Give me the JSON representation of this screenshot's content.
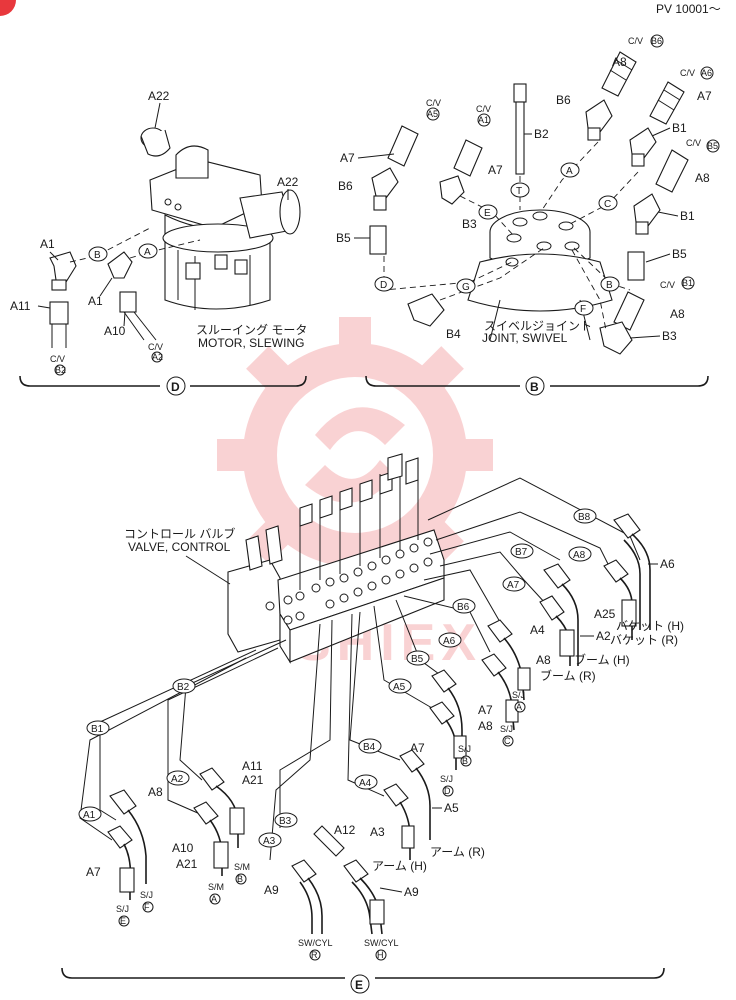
{
  "header": {
    "serial": "PV 10001～"
  },
  "sections": {
    "D": {
      "letter": "D",
      "title_jp": "スルーイング モータ",
      "title_en": "MOTOR, SLEWING",
      "labels": {
        "a22_top": "A22",
        "a22_side": "A22",
        "a1_left": "A1",
        "a1_mid": "A1",
        "a11": "A11",
        "a10": "A10"
      },
      "cv_labels": [
        {
          "text": "C/V",
          "sub": "B2"
        },
        {
          "text": "C/V",
          "sub": "A2"
        }
      ],
      "markers": [
        "A",
        "B"
      ]
    },
    "B": {
      "letter": "B",
      "title_jp": "スイベルジョイント",
      "title_en": "JOINT, SWIVEL",
      "labels": {
        "a8_top": "A8",
        "a7_top": "A7",
        "b6_top": "B6",
        "b1_top": "B1",
        "a8_mid": "A8",
        "b1_mid": "B1",
        "b5_right": "B5",
        "a8_bottom": "A8",
        "b3_bottom": "B3",
        "a7_left": "A7",
        "b6_left": "B6",
        "b5_left": "B5",
        "b2": "B2",
        "a7_mid": "A7",
        "b3_mid": "B3",
        "b4": "B4"
      },
      "cv_labels": [
        {
          "text": "C/V",
          "sub": "B6"
        },
        {
          "text": "C/V",
          "sub": "A6"
        },
        {
          "text": "C/V",
          "sub": "B5"
        },
        {
          "text": "C/V",
          "sub": "B1"
        },
        {
          "text": "C/V",
          "sub": "A5"
        },
        {
          "text": "C/V",
          "sub": "A1"
        }
      ],
      "markers": [
        "A",
        "B",
        "C",
        "D",
        "E",
        "F",
        "G",
        "T"
      ]
    },
    "E": {
      "letter": "E",
      "title_jp": "コントロール バルブ",
      "title_en": "VALVE, CONTROL",
      "tags": [
        "B8",
        "A8",
        "B7",
        "A7",
        "B6",
        "A6",
        "B5",
        "A5",
        "B4",
        "A4",
        "B3",
        "A3",
        "B2",
        "A2",
        "B1",
        "A1"
      ],
      "right_labels": {
        "a6": "A6",
        "a25": "A25",
        "a4": "A4",
        "a2": "A2",
        "a8_r": "A8",
        "a7_r": "A7",
        "a8_r2": "A8",
        "a7_m": "A7",
        "a5": "A5",
        "a3": "A3",
        "a12": "A12",
        "a9_l": "A9",
        "a9_r": "A9",
        "a11": "A11",
        "a21_top": "A21",
        "a10": "A10",
        "a21_bot": "A21",
        "a8_l": "A8",
        "a7_l": "A7"
      },
      "function_labels": {
        "bucket_h": "バケット (H)",
        "bucket_r": "バケット (R)",
        "boom_h": "ブーム (H)",
        "boom_r": "ブーム (R)",
        "arm_r": "アーム (R)",
        "arm_h": "アーム (H)"
      },
      "sj_labels": [
        {
          "text": "S/J",
          "sub": "A"
        },
        {
          "text": "S/J",
          "sub": "B"
        },
        {
          "text": "S/J",
          "sub": "C"
        },
        {
          "text": "S/J",
          "sub": "D"
        },
        {
          "text": "S/J",
          "sub": "E"
        },
        {
          "text": "S/J",
          "sub": "F"
        }
      ],
      "sm_labels": [
        {
          "text": "S/M",
          "sub": "B"
        },
        {
          "text": "S/M",
          "sub": "A"
        }
      ],
      "cyl_labels": [
        {
          "text": "SW/CYL",
          "sub": "R"
        },
        {
          "text": "SW/CYL",
          "sub": "H"
        }
      ]
    }
  },
  "watermark": {
    "text": "SHIEX",
    "color": "#e8383d"
  }
}
